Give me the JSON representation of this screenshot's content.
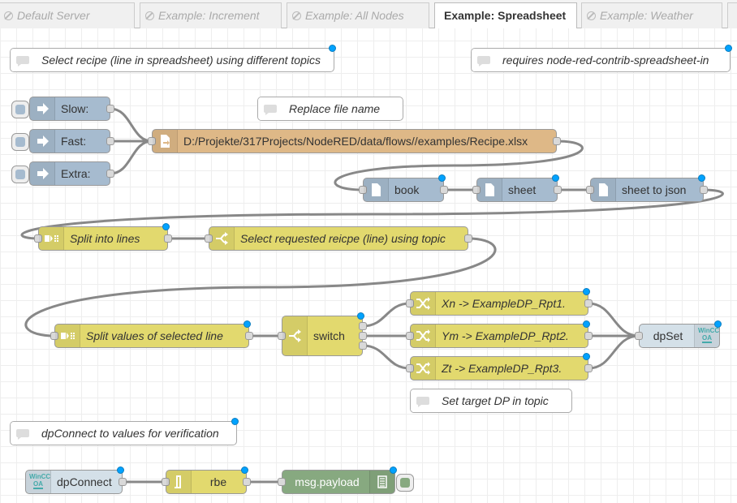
{
  "tabs": [
    {
      "label": "Default Server",
      "active": false
    },
    {
      "label": "Example: Increment",
      "active": false
    },
    {
      "label": "Example: All Nodes",
      "active": false
    },
    {
      "label": "Example: Spreadsheet",
      "active": true
    },
    {
      "label": "Example: Weather",
      "active": false
    }
  ],
  "comments": {
    "select_recipe": "Select recipe (line in spreadsheet) using different topics",
    "requires": "requires node-red-contrib-spreadsheet-in",
    "replace_file": "Replace file name",
    "set_target": "Set target DP in topic",
    "dpconnect_verify": "dpConnect to values for verification"
  },
  "inject": {
    "slow": "Slow:",
    "fast": "Fast:",
    "extra": "Extra:"
  },
  "file": {
    "path": "D:/Projekte/317Projects/NodeRED/data/flows//examples/Recipe.xlsx"
  },
  "spreadsheet": {
    "book": "book",
    "sheet": "sheet",
    "sheet_to_json": "sheet to json"
  },
  "split": {
    "into_lines": "Split into lines",
    "values": "Split values of selected line"
  },
  "select_recipe_switch": "Select requested reicpe (line) using topic",
  "switch": "switch",
  "change": {
    "xn": "Xn -> ExampleDP_Rpt1.",
    "ym": "Ym -> ExampleDP_Rpt2.",
    "zt": "Zt -> ExampleDP_Rpt3."
  },
  "winccoa": {
    "dpset": "dpSet",
    "dpconnect": "dpConnect",
    "logo_top": "WinCC",
    "logo_bottom": "OA"
  },
  "rbe": "rbe",
  "debug": "msg.payload",
  "colors": {
    "inject": "#a6bbcf",
    "file": "#deb887",
    "spreadsheet": "#a6bbcf",
    "function": "#e2d96e",
    "winccoa": "#d4e0e8",
    "debug": "#87a980",
    "port": "#d9d9d9",
    "changed": "#00a2ff"
  }
}
